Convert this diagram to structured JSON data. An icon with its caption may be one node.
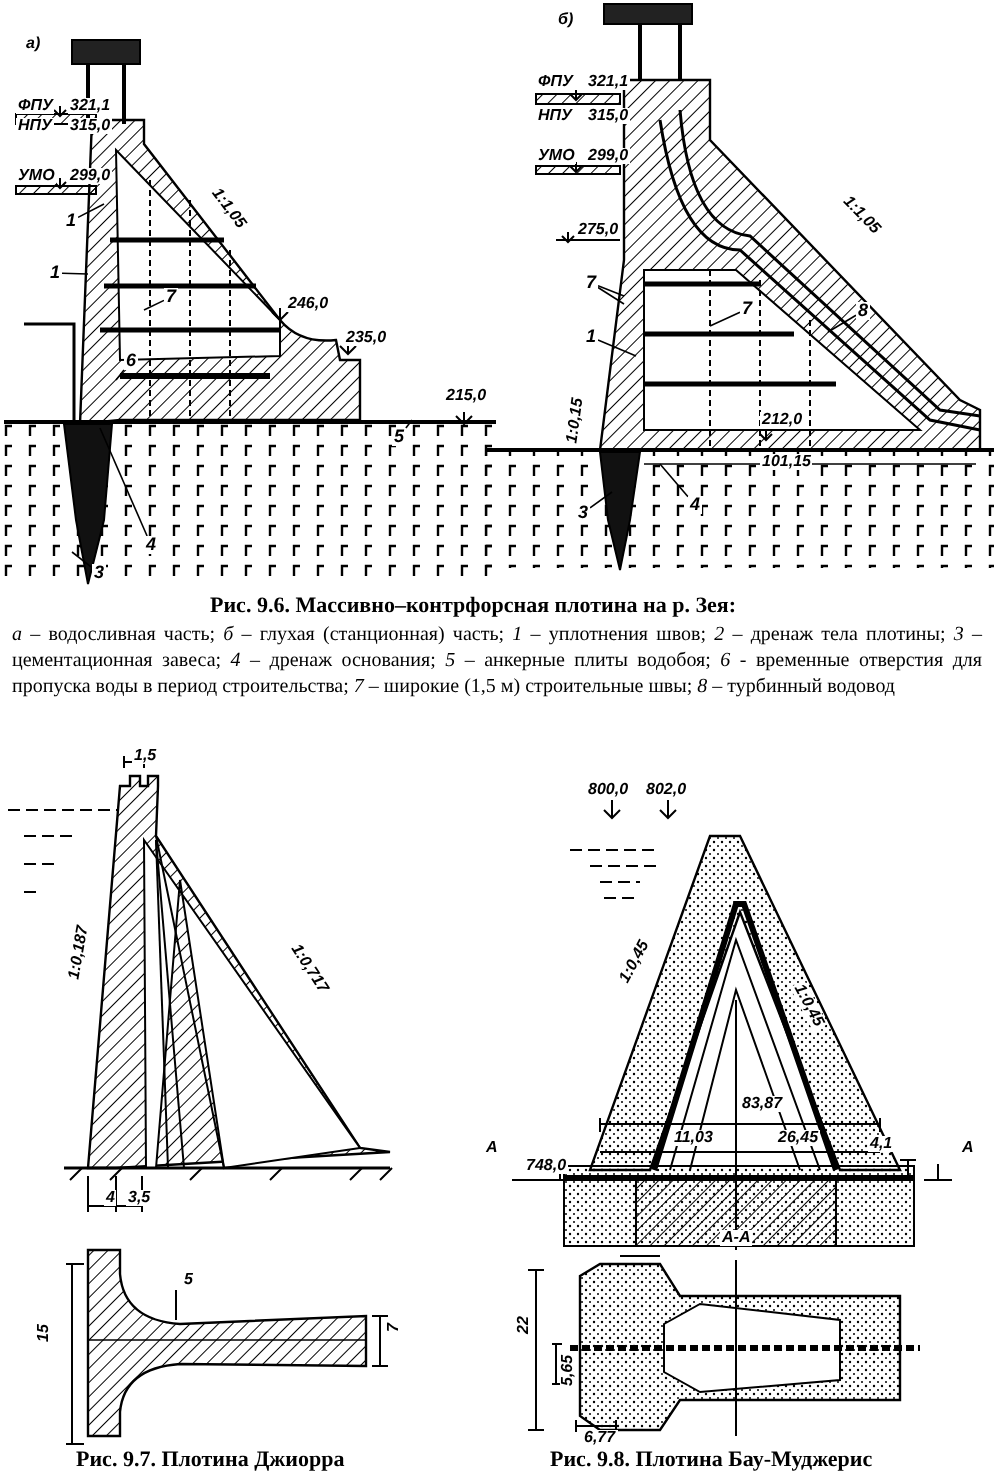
{
  "diagram": {
    "nodes": [
      {
        "text": [
          "1"
        ]
      },
      {
        "text": [
          "1"
        ]
      },
      {
        "text": [
          "7"
        ]
      },
      {
        "text": [
          "6"
        ]
      },
      {
        "text": [
          "4"
        ]
      },
      {
        "text": [
          "3"
        ]
      },
      {
        "text": [
          "5"
        ]
      },
      {
        "text": [
          "7"
        ]
      },
      {
        "text": [
          "1"
        ]
      },
      {
        "text": [
          "7"
        ]
      },
      {
        "text": [
          "8"
        ]
      },
      {
        "text": [
          "3"
        ]
      },
      {
        "text": [
          "4"
        ]
      }
    ],
    "edges": [
      {
        "from": 0,
        "to": null,
        "arrow": "none"
      },
      {
        "from": 1,
        "to": null,
        "arrow": "none"
      },
      {
        "from": 2,
        "to": null,
        "arrow": "none"
      },
      {
        "from": 3,
        "to": null,
        "arrow": "none"
      },
      {
        "from": 4,
        "to": null,
        "arrow": "none"
      },
      {
        "from": 5,
        "to": null,
        "arrow": "none"
      },
      {
        "from": 6,
        "to": null,
        "arrow": "none"
      },
      {
        "from": 7,
        "to": null,
        "arrow": "none"
      },
      {
        "from": 7,
        "to": null,
        "arrow": "none"
      },
      {
        "from": 8,
        "to": null,
        "arrow": "none"
      },
      {
        "from": 9,
        "to": null,
        "arrow": "none"
      },
      {
        "from": 10,
        "to": null,
        "arrow": "none"
      },
      {
        "from": 11,
        "to": null,
        "arrow": "none"
      },
      {
        "from": 12,
        "to": null,
        "arrow": "none"
      }
    ],
    "labels": [
      "а)",
      "ФПУ",
      "321,1",
      "НПУ",
      "315,0",
      "УМО",
      "299,0",
      "1:1,05",
      "246,0",
      "235,0",
      "215,0",
      "б)",
      "ФПУ",
      "321,1",
      "НПУ",
      "315,0",
      "УМО",
      "299,0",
      "275,0",
      "1:0,15",
      "1:1,05",
      "212,0",
      "101,15",
      "Рис. 9.6. Массивно–контрфорсная плотина на р. Зея:",
      "*а* – водосливная часть; *б* – глухая (станционная) часть; *1* – уплотнения швов; *2* – дренаж тела плотины; *3* – цементационная завеса; *4* – дренаж основания; *5* – анкерные плиты водобоя; *6* - временные отверстия для пропуска воды в период строительства; *7* – широкие (1,5 м) строительные швы; *8* – турбинный водовод",
      "1,5",
      "1:0,187",
      "1:0,717",
      "4",
      "3,5",
      "15",
      "5",
      "7",
      "800,0",
      "802,0",
      "1:0,45",
      "1:0,45",
      "83,87",
      "11,03",
      "26,45",
      "А",
      "748,0",
      "4,1",
      "А",
      "А-А",
      "22",
      "5,65",
      "6,77",
      "Рис. 9.7. Плотина Джиорра",
      "Рис. 9.8. Плотина Бау-Муджерис"
    ]
  }
}
